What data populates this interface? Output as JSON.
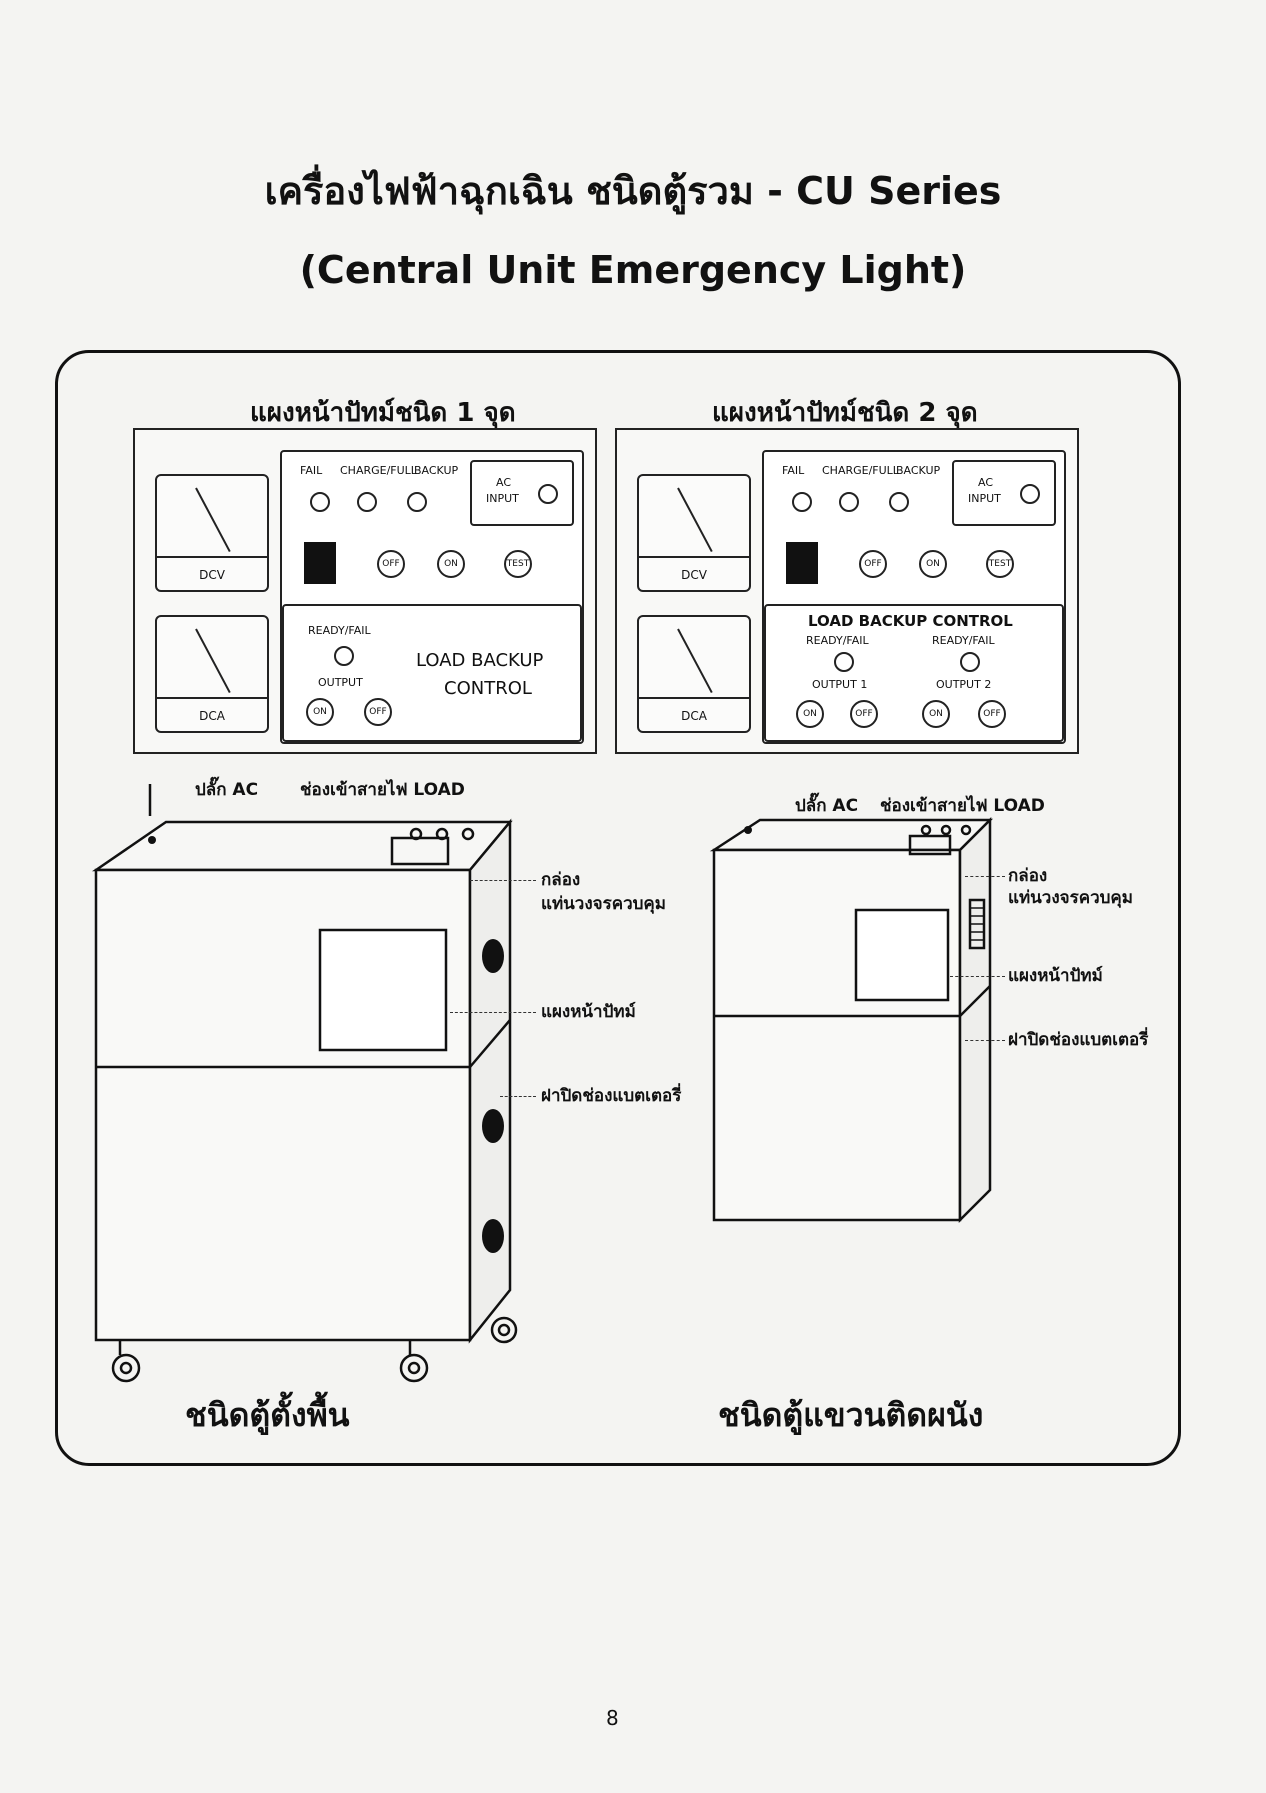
{
  "page": {
    "title_line1": "เครื่องไฟฟ้าฉุกเฉิน ชนิดตู้รวม - CU Series",
    "title_line2": "(Central Unit Emergency Light)",
    "page_number": "8"
  },
  "panel1": {
    "heading": "แผงหน้าปัทม์ชนิด 1 จุด",
    "meter_top": "DCV",
    "meter_bottom": "DCA",
    "led_fail": "FAIL",
    "led_charge": "CHARGE/FULL",
    "led_backup": "BACKUP",
    "ac_input_1": "AC",
    "ac_input_2": "INPUT",
    "btn_off": "OFF",
    "btn_on": "ON",
    "btn_test": "TEST",
    "ready_fail": "READY/FAIL",
    "output": "OUTPUT",
    "load_backup_1": "LOAD BACKUP",
    "load_backup_2": "CONTROL"
  },
  "panel2": {
    "heading": "แผงหน้าปัทม์ชนิด 2 จุด",
    "meter_top": "DCV",
    "meter_bottom": "DCA",
    "led_fail": "FAIL",
    "led_charge": "CHARGE/FULL",
    "led_backup": "BACKUP",
    "ac_input_1": "AC",
    "ac_input_2": "INPUT",
    "btn_off": "OFF",
    "btn_on": "ON",
    "btn_test": "TEST",
    "load_backup": "LOAD BACKUP CONTROL",
    "ready_fail_1": "READY/FAIL",
    "ready_fail_2": "READY/FAIL",
    "output_1": "OUTPUT 1",
    "output_2": "OUTPUT 2"
  },
  "floor_cabinet": {
    "ac_plug": "ปลั๊ก AC",
    "load_inlet": "ช่องเข้าสายไฟ LOAD",
    "box_1": "กล่อง",
    "box_2": "แท่นวงจรควบคุม",
    "panel": "แผงหน้าปัทม์",
    "battery_cover": "ฝาปิดช่องแบตเตอรี่",
    "caption": "ชนิดตู้ตั้งพื้น"
  },
  "wall_cabinet": {
    "ac_plug": "ปลั๊ก AC",
    "load_inlet": "ช่องเข้าสายไฟ LOAD",
    "box_1": "กล่อง",
    "box_2": "แท่นวงจรควบคุม",
    "panel": "แผงหน้าปัทม์",
    "battery_cover": "ฝาปิดช่องแบตเตอรี่",
    "caption": "ชนิดตู้แขวนติดผนัง"
  }
}
